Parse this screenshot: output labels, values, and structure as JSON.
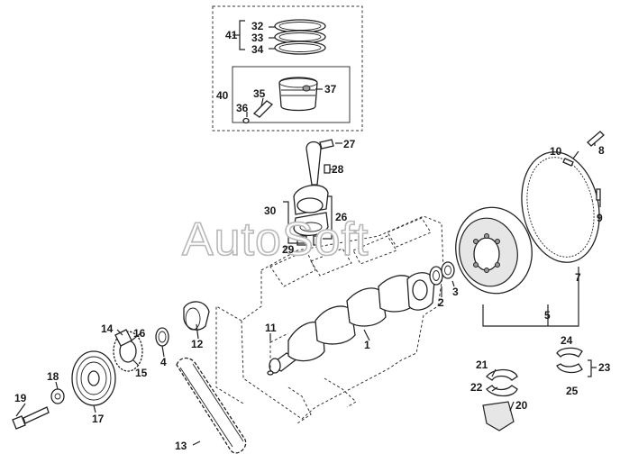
{
  "watermark": "AutoSoft",
  "callouts": [
    {
      "id": "1",
      "label": "1"
    },
    {
      "id": "2",
      "label": "2"
    },
    {
      "id": "3",
      "label": "3"
    },
    {
      "id": "4",
      "label": "4"
    },
    {
      "id": "5",
      "label": "5"
    },
    {
      "id": "7",
      "label": "7"
    },
    {
      "id": "8",
      "label": "8"
    },
    {
      "id": "9",
      "label": "9"
    },
    {
      "id": "10",
      "label": "10"
    },
    {
      "id": "11",
      "label": "11"
    },
    {
      "id": "12",
      "label": "12"
    },
    {
      "id": "13",
      "label": "13"
    },
    {
      "id": "14",
      "label": "14"
    },
    {
      "id": "15",
      "label": "15"
    },
    {
      "id": "16",
      "label": "16"
    },
    {
      "id": "17",
      "label": "17"
    },
    {
      "id": "18",
      "label": "18"
    },
    {
      "id": "19",
      "label": "19"
    },
    {
      "id": "20",
      "label": "20"
    },
    {
      "id": "21",
      "label": "21"
    },
    {
      "id": "22",
      "label": "22"
    },
    {
      "id": "23",
      "label": "23"
    },
    {
      "id": "24",
      "label": "24"
    },
    {
      "id": "25",
      "label": "25"
    },
    {
      "id": "26",
      "label": "26"
    },
    {
      "id": "27",
      "label": "27"
    },
    {
      "id": "28",
      "label": "28"
    },
    {
      "id": "29",
      "label": "29"
    },
    {
      "id": "30",
      "label": "30"
    },
    {
      "id": "32",
      "label": "32"
    },
    {
      "id": "33",
      "label": "33"
    },
    {
      "id": "34",
      "label": "34"
    },
    {
      "id": "35",
      "label": "35"
    },
    {
      "id": "36",
      "label": "36"
    },
    {
      "id": "37",
      "label": "37"
    },
    {
      "id": "40",
      "label": "40"
    },
    {
      "id": "41",
      "label": "41"
    }
  ]
}
